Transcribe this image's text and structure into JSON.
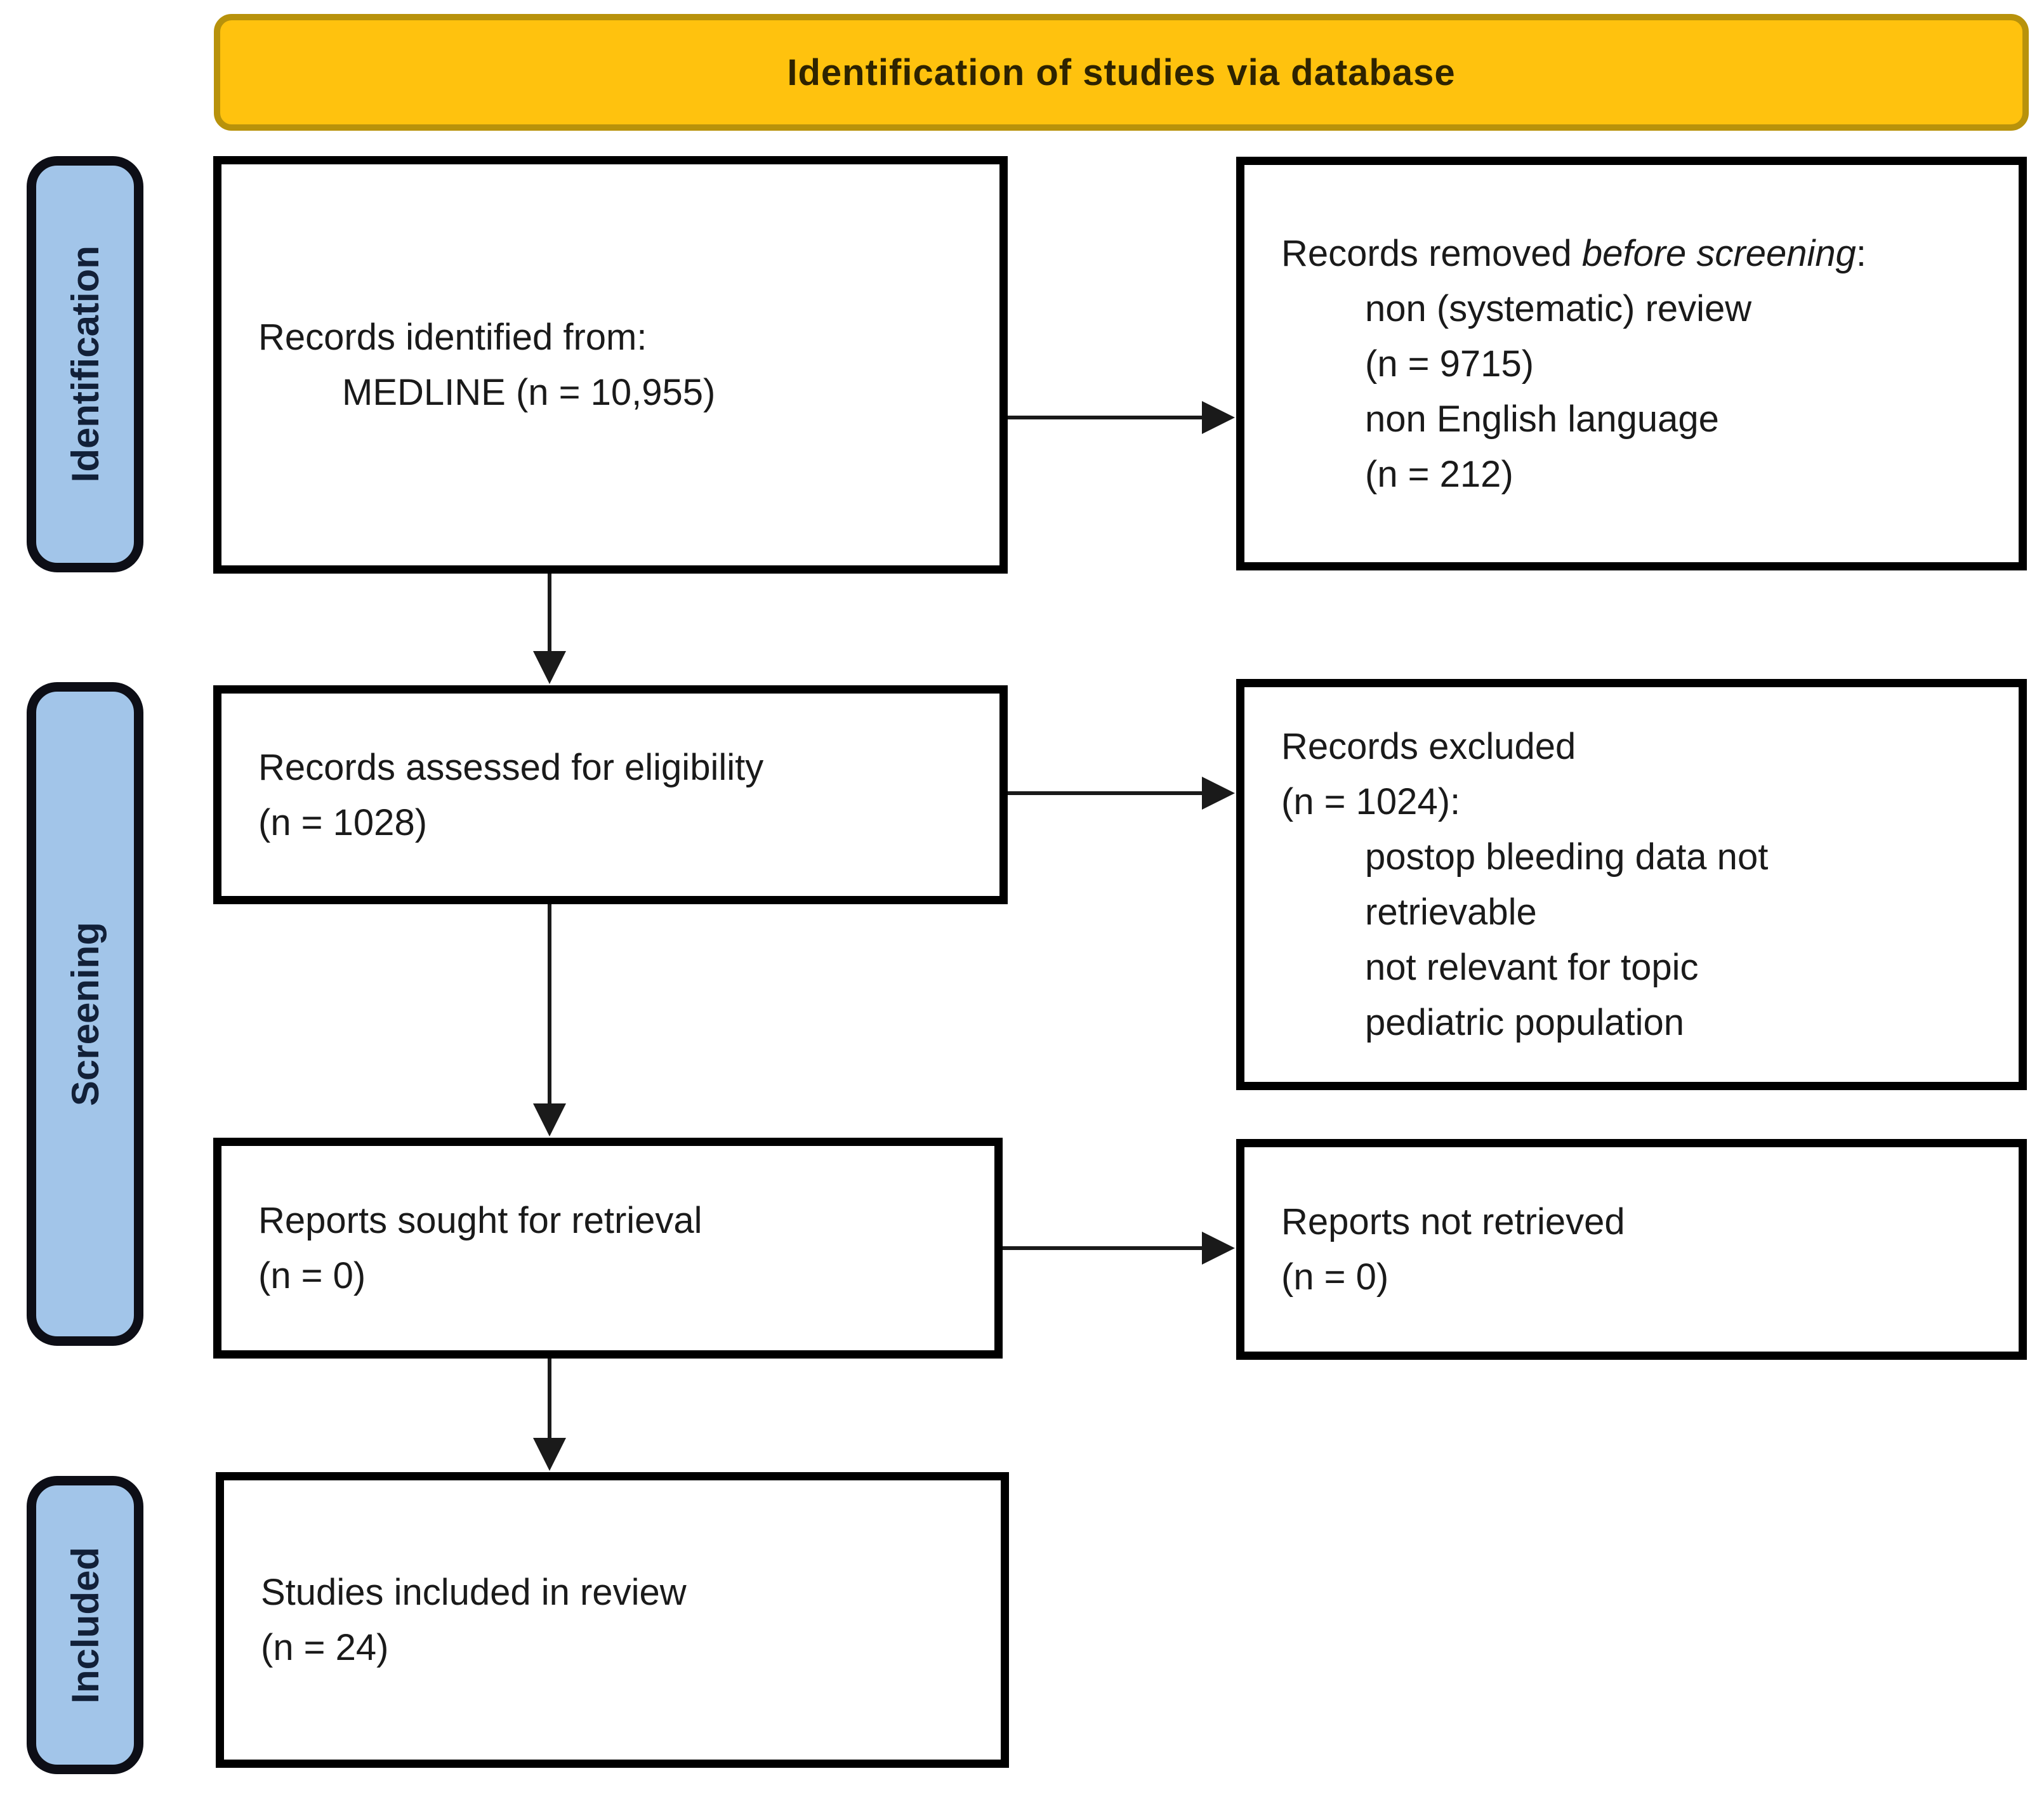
{
  "banner": {
    "title": "Identification of studies via database"
  },
  "colors": {
    "banner_fill": "#FFC20E",
    "banner_border": "#B8920B",
    "banner_text": "#2E2300",
    "stage_fill": "#A2C5E9",
    "stage_border": "#0D0E16",
    "stage_text": "#122038",
    "box_border": "#000000",
    "box_text": "#1A1A1A",
    "arrow": "#1A1A1A"
  },
  "stages": [
    {
      "label": "Identification"
    },
    {
      "label": "Screening"
    },
    {
      "label": "Included"
    }
  ],
  "boxes": {
    "identified": {
      "line1": "Records identified from:",
      "line2": "MEDLINE (n = 10,955)"
    },
    "removed": {
      "intro_prefix": "Records removed ",
      "intro_italic": "before screening",
      "intro_suffix": ":",
      "items": [
        "non (systematic) review",
        "(n = 9715)",
        "non English language",
        "(n = 212)"
      ]
    },
    "assessed": {
      "line1": "Records assessed for eligibility",
      "line2": "(n = 1028)"
    },
    "excluded": {
      "line1": "Records excluded",
      "line2": "(n = 1024):",
      "items": [
        "postop bleeding data not",
        "retrievable",
        "not relevant for topic",
        "pediatric population"
      ]
    },
    "sought": {
      "line1": "Reports sought for retrieval",
      "line2": "(n = 0)"
    },
    "not_retrieved": {
      "line1": "Reports not retrieved",
      "line2": "(n = 0)"
    },
    "included": {
      "line1": "Studies included in review",
      "line2": "(n = 24)"
    }
  }
}
